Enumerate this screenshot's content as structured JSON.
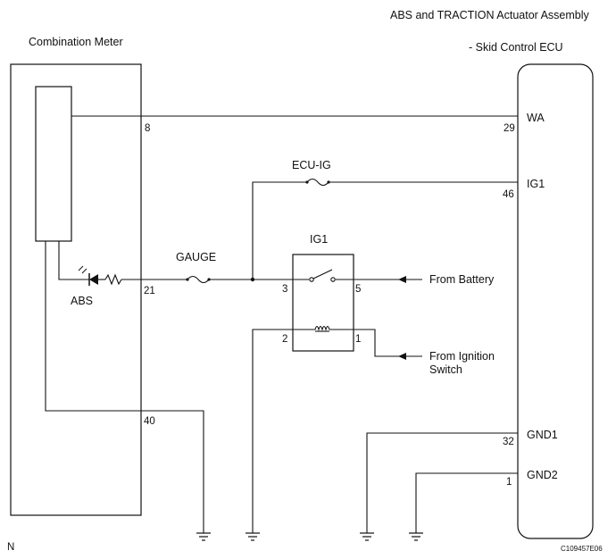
{
  "labels": {
    "actuator_title": "ABS and TRACTION Actuator Assembly",
    "ecu_subtitle": "- Skid Control ECU",
    "meter_title": "Combination Meter",
    "abs": "ABS",
    "gauge_fuse": "GAUGE",
    "ecu_ig_fuse": "ECU-IG",
    "ig1_relay": "IG1",
    "from_battery": "From Battery",
    "from_ignition_line1": "From Ignition",
    "from_ignition_line2": "Switch",
    "corner_letter": "N",
    "figure_code": "C109457E06"
  },
  "meter_pins": {
    "p8": "8",
    "p21": "21",
    "p40": "40"
  },
  "ecu_pins": {
    "wa_num": "29",
    "wa_name": "WA",
    "ig1_num": "46",
    "ig1_name": "IG1",
    "gnd1_num": "32",
    "gnd1_name": "GND1",
    "gnd2_num": "1",
    "gnd2_name": "GND2"
  },
  "relay_pins": {
    "p1": "1",
    "p2": "2",
    "p3": "3",
    "p5": "5"
  }
}
